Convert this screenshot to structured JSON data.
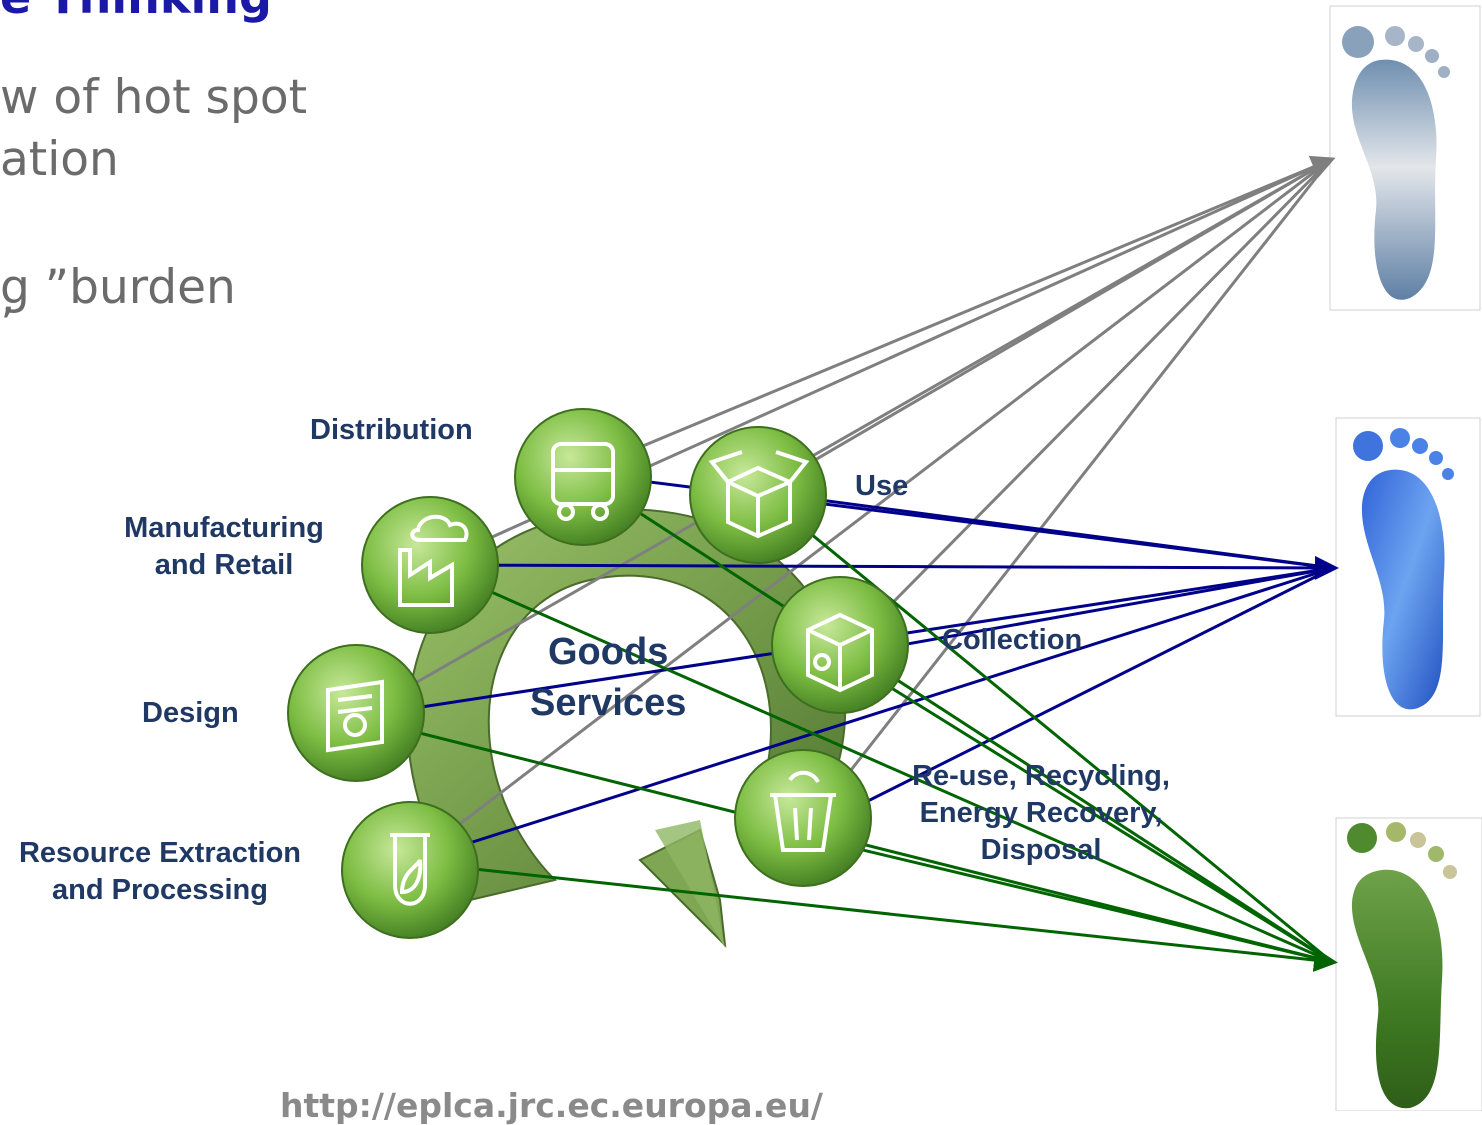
{
  "slide": {
    "title_fragment": "e Thinking",
    "bullets": [
      "w of hot spot",
      "ation",
      "g ”burden",
      "’"
    ],
    "source_url": "http://eplca.jrc.ec.europa.eu/"
  },
  "diagram": {
    "center_label_lines": [
      "Goods",
      "Services"
    ],
    "stages": [
      {
        "id": "distribution",
        "label": "Distribution",
        "icon": "bus-icon"
      },
      {
        "id": "use",
        "label": "Use",
        "icon": "open-box-icon"
      },
      {
        "id": "manufacturing",
        "label": "Manufacturing\nand Retail",
        "icon": "factory-icon"
      },
      {
        "id": "collection",
        "label": "Collection",
        "icon": "recycle-box-icon"
      },
      {
        "id": "design",
        "label": "Design",
        "icon": "design-book-icon"
      },
      {
        "id": "reuse",
        "label": "Re-use, Recycling,\nEnergy Recovery,\nDisposal",
        "icon": "recycle-bin-icon"
      },
      {
        "id": "extraction",
        "label": "Resource Extraction\nand Processing",
        "icon": "leaf-beaker-icon"
      }
    ],
    "footprints": [
      {
        "id": "carbon",
        "icon": "cloud-footprint-icon",
        "line_color": "#7f7f7f"
      },
      {
        "id": "water",
        "icon": "water-footprint-icon",
        "line_color": "#00008b"
      },
      {
        "id": "land",
        "icon": "grass-footprint-icon",
        "line_color": "#006400"
      }
    ],
    "colors": {
      "wheel": "#6f9a45",
      "stage_circle": "#7fbf45",
      "label": "#1f3864"
    }
  }
}
